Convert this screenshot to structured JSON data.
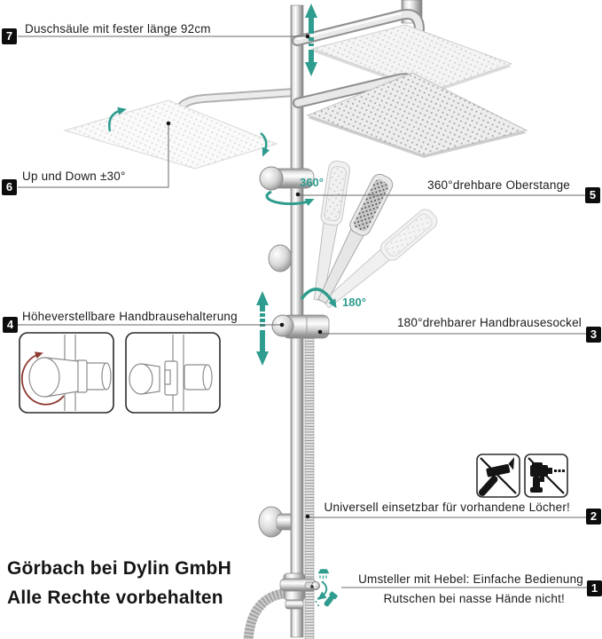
{
  "callouts": {
    "c7": {
      "num": "7",
      "label": "Duschsäule mit fester länge 92cm"
    },
    "c6": {
      "num": "6",
      "label": "Up und Down ±30°"
    },
    "c5": {
      "num": "5",
      "label": "360°drehbare Oberstange"
    },
    "c4": {
      "num": "4",
      "label": "Höheverstellbare Handbrausehalterung"
    },
    "c3": {
      "num": "3",
      "label": "180°drehbarer Handbrausesockel"
    },
    "c2": {
      "num": "2",
      "label": "Universell einsetzbar für vorhandene Löcher!"
    },
    "c1": {
      "num": "1",
      "label": "Umsteller mit Hebel: Einfache Bedienung",
      "label2": "Rutschen bei nasse Hände nicht!"
    }
  },
  "annotations": {
    "swivel_top": "360°",
    "swivel_holder": "180°"
  },
  "footer": {
    "line1": "Görbach bei Dylin GmbH",
    "line2": "Alle Rechte vorbehalten"
  },
  "colors": {
    "accent_teal": "#2E9C8E",
    "callout_box_bg": "#0d0d0d",
    "rotation_arrow_red": "#8E3B31",
    "leader_line": "#686868"
  },
  "icons": [
    "up-down-arrow-icon",
    "tilt-arrow-icon",
    "swivel-360-arrow-icon",
    "swivel-180-arrow-icon",
    "height-adjust-arrow-icon",
    "rotate-knob-arrow-icon",
    "no-hammer-icon",
    "no-drill-icon",
    "mode-overhead-icon",
    "mode-handshower-icon",
    "mode-switch-arrow-icon"
  ]
}
